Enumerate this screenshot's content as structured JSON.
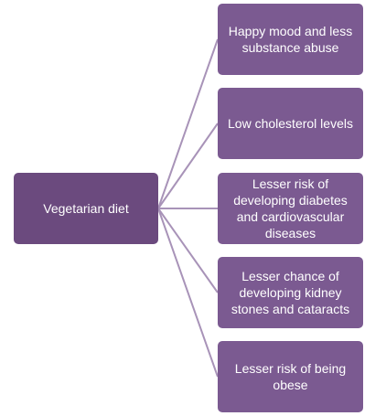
{
  "diagram": {
    "root": "Vegetarian diet",
    "children": [
      "Happy mood and less\nsubstance abuse",
      "Low cholesterol levels",
      "Lesser risk of\ndeveloping diabetes\nand cardiovascular\ndiseases",
      "Lesser chance of\ndeveloping kidney\nstones and cataracts",
      "Lesser risk of being\nobese"
    ]
  },
  "colors": {
    "root_fill": "#6b4a7e",
    "child_fill": "#7b5a91",
    "connector": "#a893b8"
  }
}
